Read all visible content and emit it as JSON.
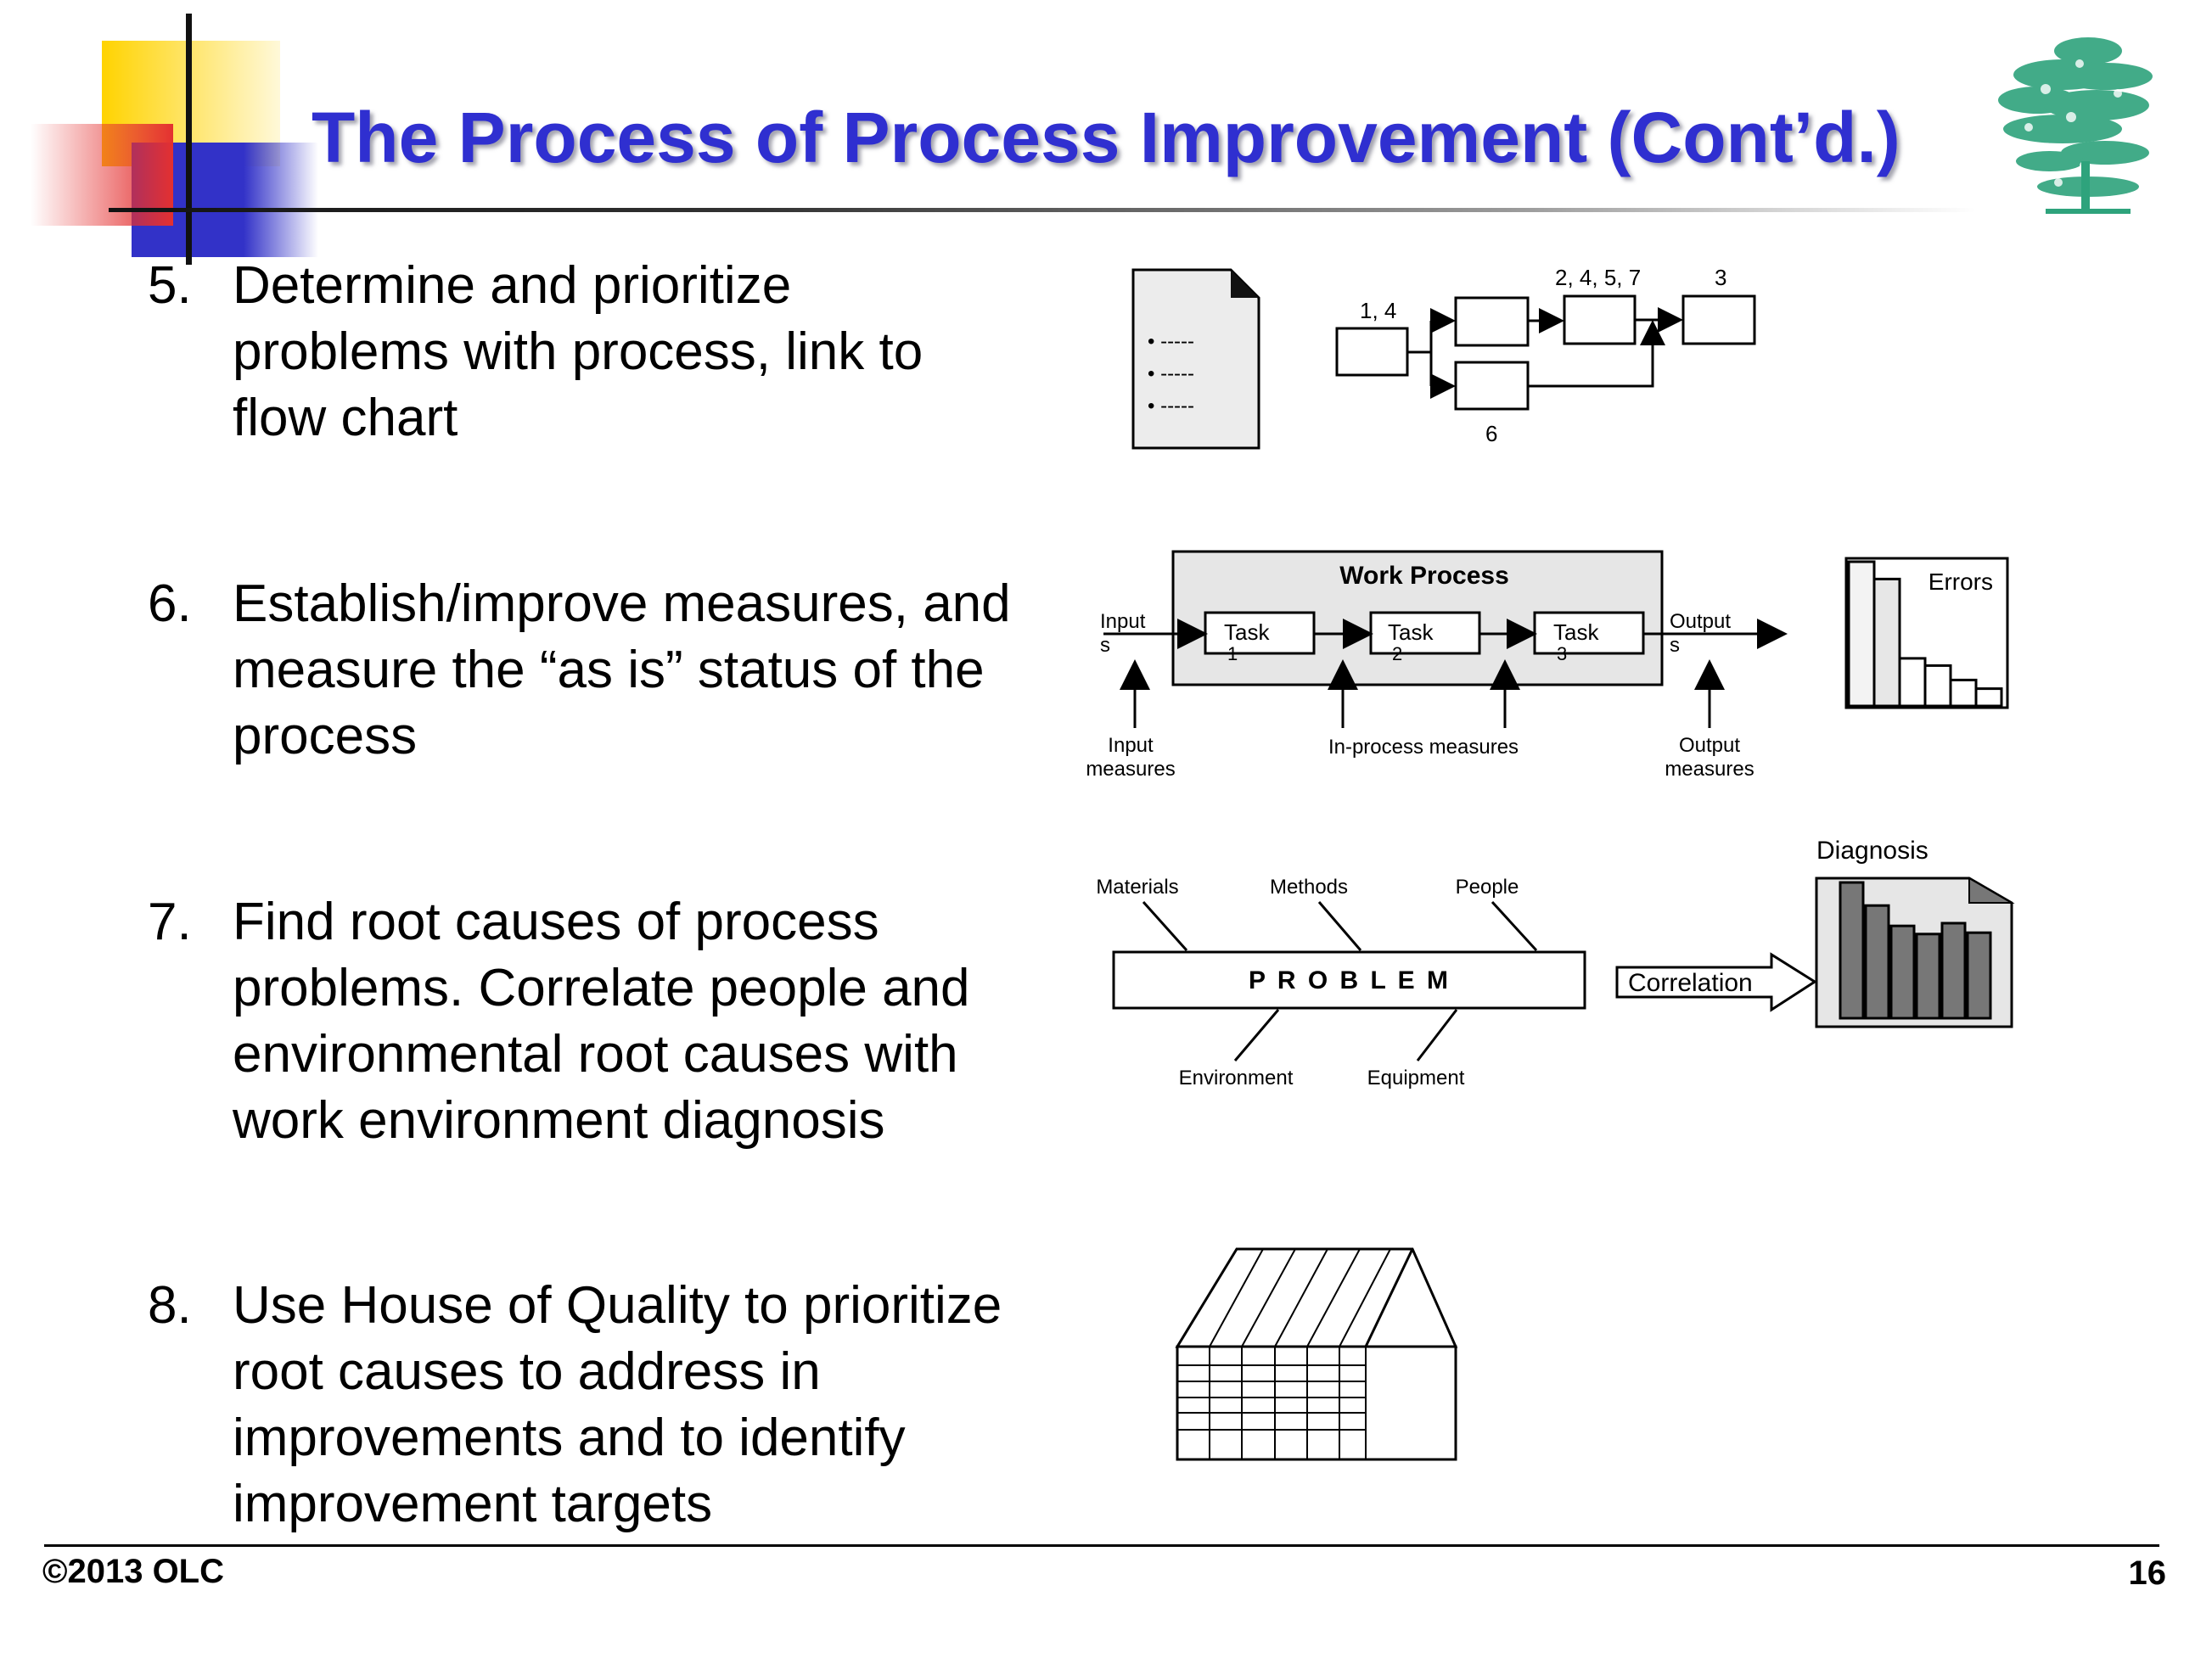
{
  "slide": {
    "title": "The Process of Process Improvement (Cont’d.)",
    "footer_left": "©2013 OLC",
    "page_number": "16",
    "colors": {
      "title": "#2f2fd0",
      "accent_yellow": "#ffd300",
      "accent_blue": "#3232c8",
      "accent_red": "#e43030",
      "tree_green": "#2ea37c"
    },
    "logo_icon": "tree-icon"
  },
  "steps": [
    {
      "num": "5.",
      "text": "Determine and prioritize problems with process, link to flow chart"
    },
    {
      "num": "6.",
      "text": "Establish/improve measures, and measure the  “as is” status of the process"
    },
    {
      "num": "7.",
      "text": "Find root causes of process problems.  Correlate people and environmental root causes with work environment diagnosis"
    },
    {
      "num": "8.",
      "text": "Use House of Quality to prioritize root causes to address in improvements and to identify improvement targets"
    }
  ],
  "diagram_flow": {
    "document_bullets": [
      "• -----",
      "• -----",
      "• -----"
    ],
    "labels": {
      "box1": "1, 4",
      "box_top": "2, 4, 5, 7",
      "box_end": "3",
      "box_bottom": "6"
    }
  },
  "diagram_measures": {
    "title": "Work Process",
    "inputs": "Input\ns",
    "outputs": "Output\ns",
    "tasks": [
      {
        "label": "Task",
        "num": "1"
      },
      {
        "label": "Task",
        "num": "2"
      },
      {
        "label": "Task",
        "num": "3"
      }
    ],
    "input_measures": "Input\nmeasures",
    "in_process_measures": "In-process measures",
    "output_measures": "Output\nmeasures",
    "errors_chart": {
      "title": "Errors",
      "values": [
        100,
        88,
        33,
        28,
        18,
        12
      ]
    }
  },
  "diagram_rootcause": {
    "problem": "P R O B L E M",
    "causes_top": [
      "Materials",
      "Methods",
      "People"
    ],
    "causes_bottom": [
      "Environment",
      "Equipment"
    ],
    "correlation": "Correlation",
    "diagnosis_title": "Diagnosis",
    "diagnosis_values": [
      100,
      83,
      68,
      62,
      70,
      63
    ]
  },
  "diagram_house": {
    "label": ""
  }
}
